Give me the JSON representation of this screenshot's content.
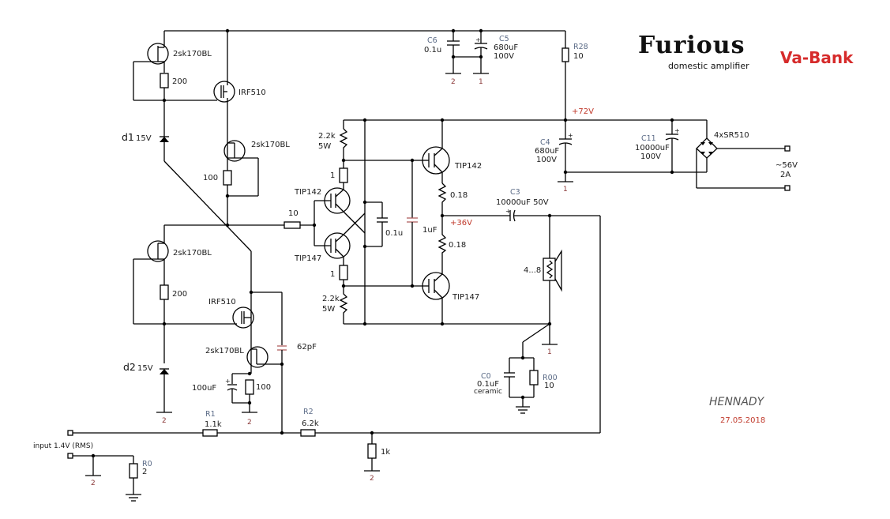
{
  "header": {
    "title": "Furious",
    "subtitle": "domestic amplifier",
    "brand": "Va-Bank"
  },
  "footer": {
    "author": "HENNADY",
    "date": "27.05.2018"
  },
  "components": {
    "jfet_top": "2sk170BL",
    "res_200_top": "200",
    "mosfet_top": "IRF510",
    "diode_d1": {
      "name": "d1",
      "value": "15V"
    },
    "jfet_mid": "2sk170BL",
    "res_100_mid": "100",
    "jfet_low": "2sk170BL",
    "res_200_low": "200",
    "mosfet_low": "IRF510",
    "diode_d2": {
      "name": "d2",
      "value": "15V"
    },
    "jfet_bottom": "2sk170BL",
    "cap_100uF": "100uF",
    "res_100_bottom": "100",
    "cap_62pF": "62pF",
    "res_10_base": "10",
    "c6": {
      "name": "C6",
      "value": "0.1u"
    },
    "c5": {
      "name": "C5",
      "value": "680uF",
      "voltage": "100V"
    },
    "r28": {
      "name": "R28",
      "value": "10"
    },
    "rail_72": "+72V",
    "rail_36": "+36V",
    "c4": {
      "name": "C4",
      "value": "680uF",
      "voltage": "100V"
    },
    "c11": {
      "name": "C11",
      "value": "10000uF",
      "voltage": "100V"
    },
    "bridge": "4xSR510",
    "supply": {
      "voltage": "~56V",
      "current": "2A"
    },
    "res_2k2_top": {
      "value": "2.2k",
      "power": "5W"
    },
    "res_1_top": "1",
    "q_driver_top": "TIP142",
    "q_driver_bot": "TIP147",
    "res_1_bot": "1",
    "res_2k2_bot": {
      "value": "2.2k",
      "power": "5W"
    },
    "cap_01u": "0.1u",
    "cap_1uF": "1uF",
    "q_out_top": "TIP142",
    "q_out_bot": "TIP147",
    "res_018_top": "0.18",
    "res_018_bot": "0.18",
    "c3": {
      "name": "C3",
      "value": "10000uF 50V"
    },
    "speaker": "4...8",
    "c0": {
      "name": "C0",
      "value": "0.1uF",
      "type": "ceramic"
    },
    "r00": {
      "name": "R00",
      "value": "10"
    },
    "r1": {
      "name": "R1",
      "value": "1.1k"
    },
    "r2": {
      "name": "R2",
      "value": "6.2k"
    },
    "res_1k": "1k",
    "r0": {
      "name": "R0",
      "value": "2"
    },
    "input": "input  1.4V (RMS)",
    "ground_labels": {
      "g1": "1",
      "g2": "2"
    }
  }
}
